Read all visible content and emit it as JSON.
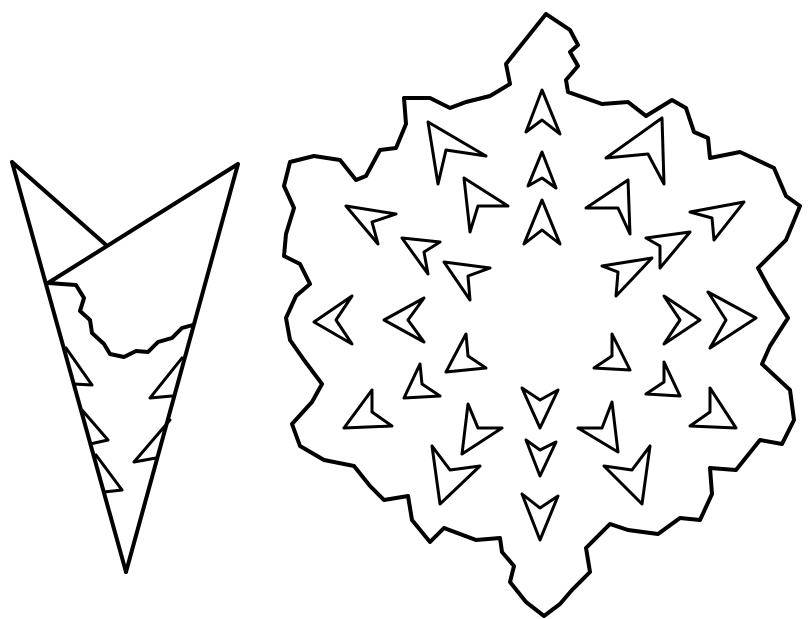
{
  "figure": {
    "background": "#ffffff",
    "line_color": "#000000",
    "parts": [
      {
        "name": "folded-paper-template",
        "icon": "folded-triangle-icon"
      },
      {
        "name": "unfolded-snowflake",
        "icon": "snowflake-icon",
        "arms": 6
      }
    ]
  }
}
